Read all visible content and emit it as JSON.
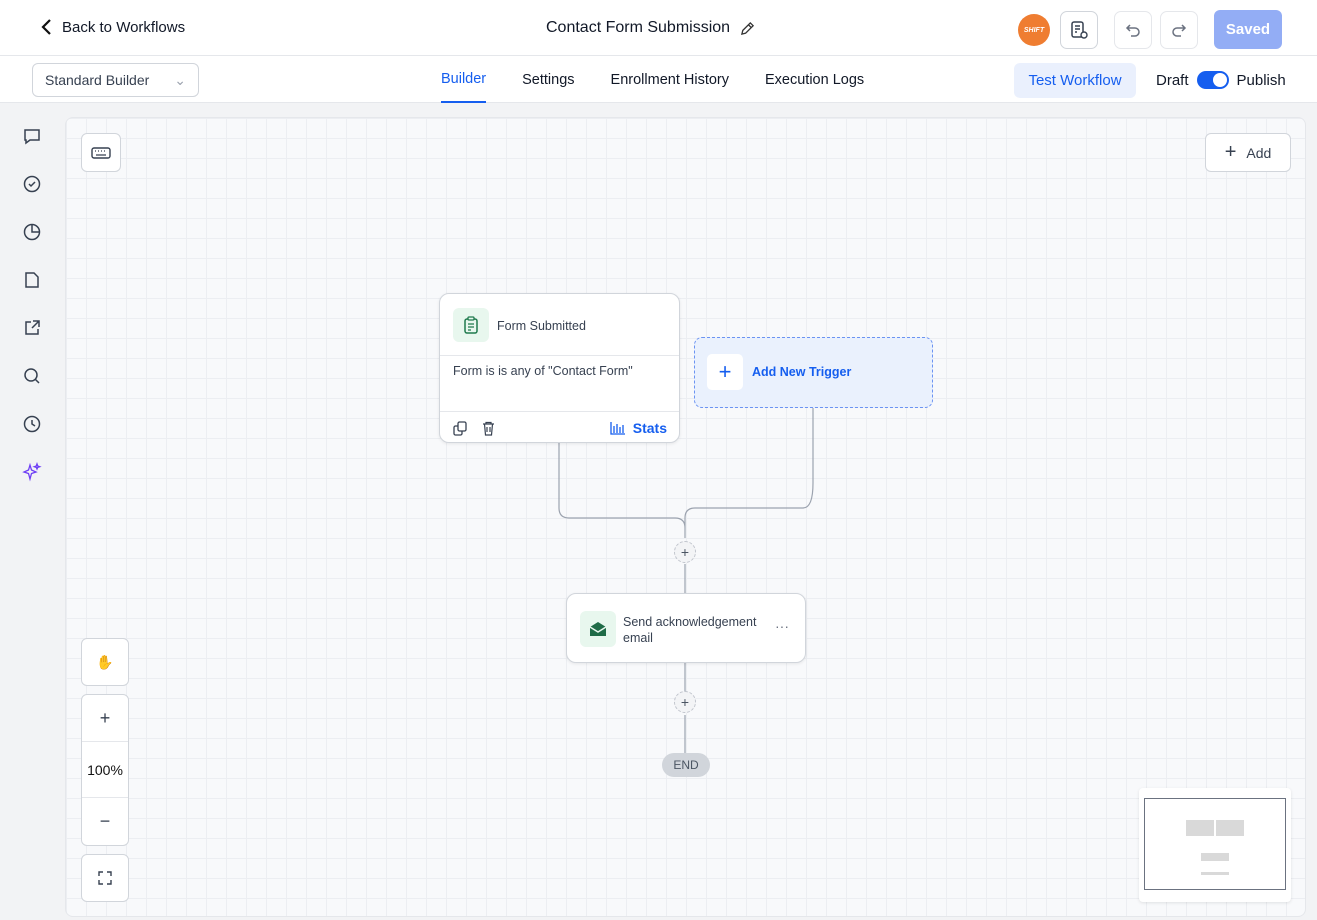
{
  "header": {
    "back_label": "Back to Workflows",
    "title": "Contact Form Submission",
    "avatar_text": "SHIFT",
    "saved_label": "Saved"
  },
  "subbar": {
    "builder_select": "Standard Builder",
    "tabs": [
      {
        "label": "Builder",
        "active": true
      },
      {
        "label": "Settings"
      },
      {
        "label": "Enrollment History"
      },
      {
        "label": "Execution Logs"
      }
    ],
    "test_label": "Test Workflow",
    "draft_label": "Draft",
    "publish_label": "Publish",
    "published": true
  },
  "sidebar": {
    "icons": [
      "chat-icon",
      "check-circle-icon",
      "pie-chart-icon",
      "file-icon",
      "external-link-icon",
      "search-icon",
      "history-icon",
      "sparkles-icon"
    ]
  },
  "canvas": {
    "add_label": "Add",
    "zoom": "100%",
    "trigger": {
      "title": "Form Submitted",
      "condition": "Form is is any of \"Contact Form\"",
      "stats_label": "Stats"
    },
    "add_trigger_label": "Add New Trigger",
    "action": {
      "title": "Send acknowledgement email",
      "menu": "···"
    },
    "end_label": "END"
  },
  "colors": {
    "accent": "#155eef",
    "avatar": "#ef7d31"
  }
}
